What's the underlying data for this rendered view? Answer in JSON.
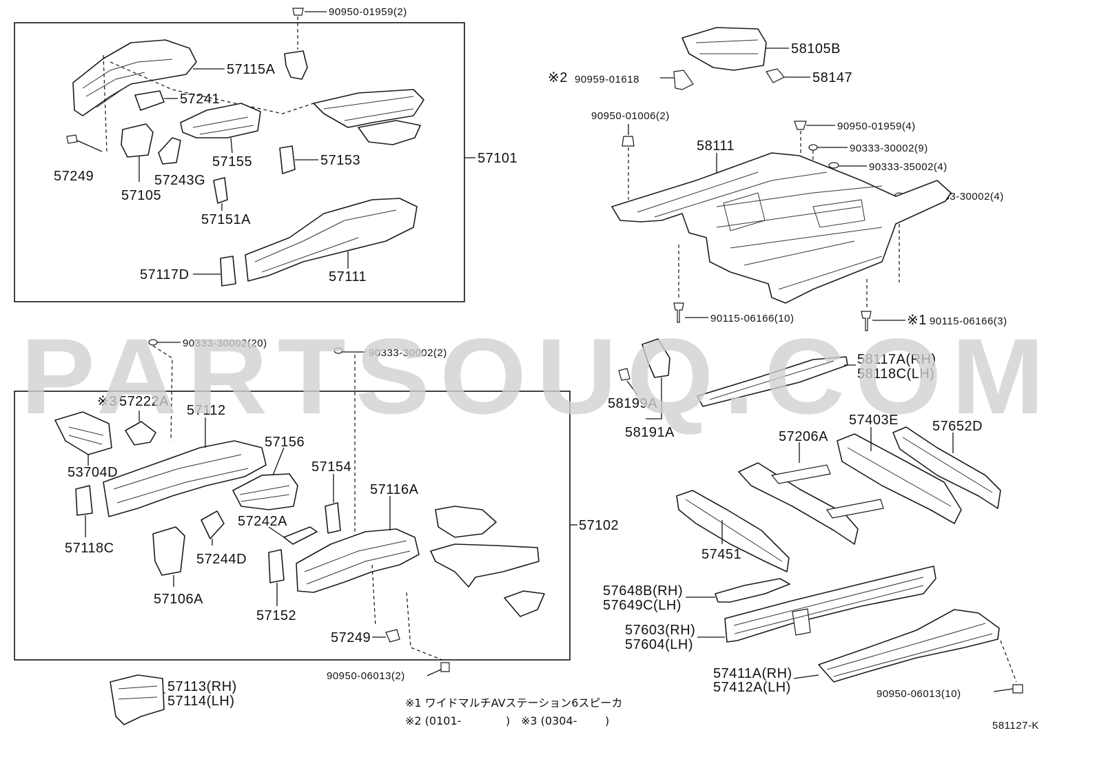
{
  "watermark": "PARTSOUQ.COM",
  "diagram_id": "581127-K",
  "groups": {
    "g1": "57101",
    "g2": "57102"
  },
  "labels": {
    "p90950_01959_2": "90950-01959(2)",
    "p57115A": "57115A",
    "p57241": "57241",
    "p57249_top": "57249",
    "p57155": "57155",
    "p57153": "57153",
    "p57105": "57105",
    "p57243G": "57243G",
    "p57151A": "57151A",
    "p57117D": "57117D",
    "p57111": "57111",
    "p58105B": "58105B",
    "p90959_01618": "90959-01618",
    "p58147": "58147",
    "p90950_01006": "90950-01006(2)",
    "p90950_01959_4": "90950-01959(4)",
    "p58111": "58111",
    "p90333_30002_9": "90333-30002(9)",
    "p90333_35002_4": "90333-35002(4)",
    "p90333_30002_4": "90333-30002(4)",
    "p90115_06166_10": "90115-06166(10)",
    "p90115_06166_3": "90115-06166(3)",
    "p90333_30002_20": "90333-30002(20)",
    "p90333_30002_2": "90333-30002(2)",
    "p58117A": "58117A(RH)",
    "p58118C": "58118C(LH)",
    "p58199A": "58199A",
    "p58191A": "58191A",
    "p57222A": "57222A",
    "p57112": "57112",
    "p57156": "57156",
    "p53704D": "53704D",
    "p57154": "57154",
    "p57116A": "57116A",
    "p57242A": "57242A",
    "p57118C": "57118C",
    "p57244D": "57244D",
    "p57106A": "57106A",
    "p57152": "57152",
    "p57249_bot": "57249",
    "p90950_06013_2": "90950-06013(2)",
    "p57113": "57113(RH)",
    "p57114": "57114(LH)",
    "p57206A": "57206A",
    "p57403E": "57403E",
    "p57652D": "57652D",
    "p57451": "57451",
    "p57648B": "57648B(RH)",
    "p57649C": "57649C(LH)",
    "p57603": "57603(RH)",
    "p57604": "57604(LH)",
    "p57411A": "57411A(RH)",
    "p57412A": "57412A(LH)",
    "p90950_06013_10": "90950-06013(10)"
  },
  "markers": {
    "m1": "※1",
    "m2": "※2",
    "m3": "※3"
  },
  "notes": {
    "line1": "※1 ワイドマルチAVステーション6スピーカ",
    "line2a": "※2 (0101-",
    "line2b": ")",
    "line2c": "※3 (0304-",
    "line2d": ")"
  }
}
